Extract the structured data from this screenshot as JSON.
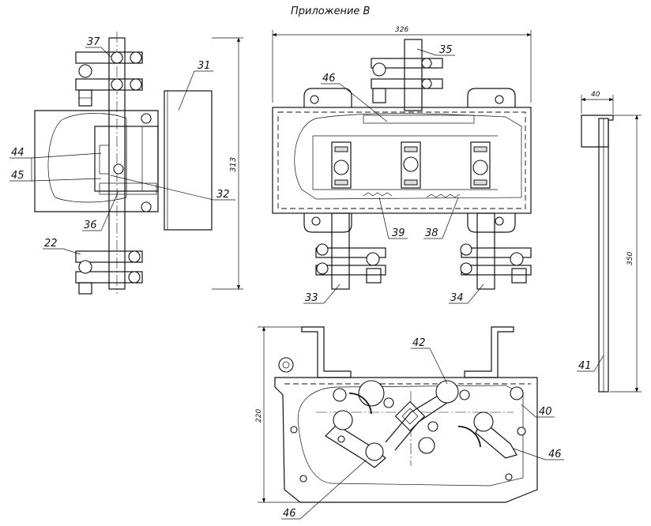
{
  "title": "Приложение В",
  "dimensions": {
    "width_top": "326",
    "height_side": "313",
    "height_front": "220",
    "part_width": "40",
    "part_length": "350"
  },
  "callouts": [
    {
      "id": "c37",
      "label": "37"
    },
    {
      "id": "c31",
      "label": "31"
    },
    {
      "id": "c44",
      "label": "44"
    },
    {
      "id": "c45",
      "label": "45"
    },
    {
      "id": "c32",
      "label": "32"
    },
    {
      "id": "c36",
      "label": "36"
    },
    {
      "id": "c22",
      "label": "22"
    },
    {
      "id": "c35",
      "label": "35"
    },
    {
      "id": "c46a",
      "label": "46"
    },
    {
      "id": "c39",
      "label": "39"
    },
    {
      "id": "c38",
      "label": "38"
    },
    {
      "id": "c33",
      "label": "33"
    },
    {
      "id": "c34",
      "label": "34"
    },
    {
      "id": "c42",
      "label": "42"
    },
    {
      "id": "c40",
      "label": "40"
    },
    {
      "id": "c46b",
      "label": "46"
    },
    {
      "id": "c46c",
      "label": "46"
    },
    {
      "id": "c41",
      "label": "41"
    }
  ]
}
